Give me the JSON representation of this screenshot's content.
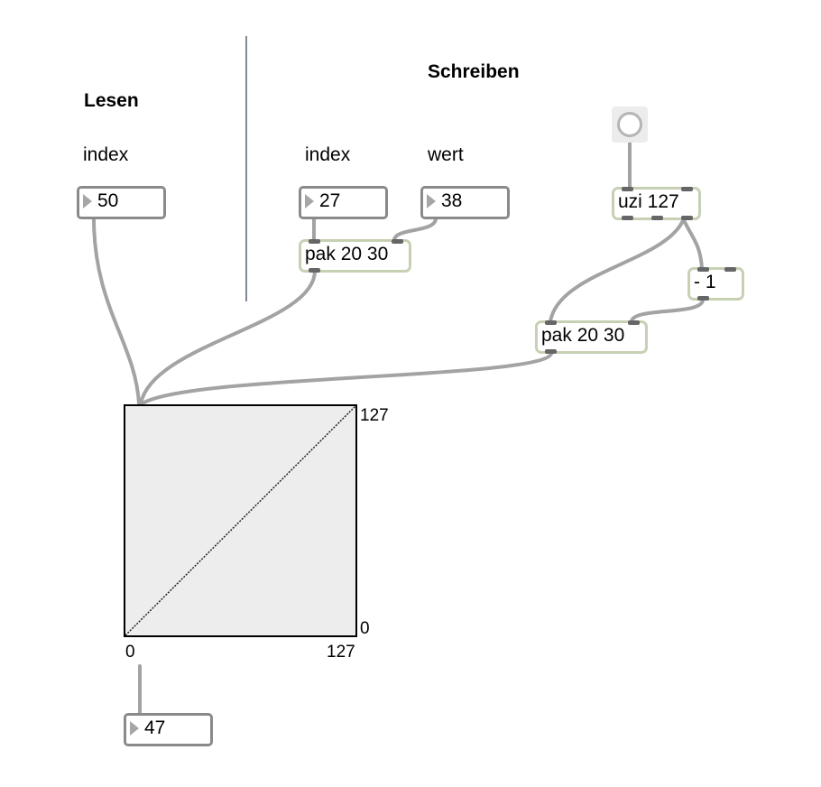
{
  "sections": {
    "read_title": "Lesen",
    "write_title": "Schreiben"
  },
  "labels": {
    "read_index": "index",
    "write_index": "index",
    "write_value": "wert"
  },
  "number_boxes": {
    "read_index": "50",
    "write_index": "27",
    "write_value": "38",
    "output": "47"
  },
  "objects": {
    "pak_top": "pak 20 30",
    "uzi": "uzi 127",
    "minus": "- 1",
    "pak_bottom": "pak 20 30"
  },
  "table": {
    "y_max": "127",
    "y_min": "0",
    "x_min": "0",
    "x_max": "127"
  },
  "colors": {
    "object_border": "#c6d1b4",
    "numbox_border": "#8a8a8a",
    "wire": "#a3a3a3",
    "table_fill": "#ededed"
  }
}
